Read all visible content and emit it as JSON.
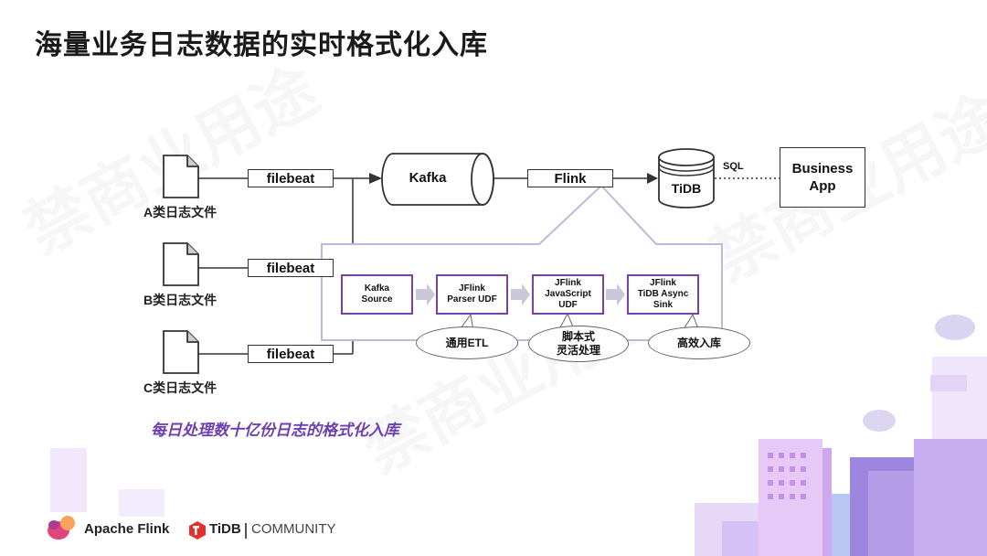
{
  "page": {
    "title": "海量业务日志数据的实时格式化入库"
  },
  "sources": [
    {
      "file_label": "A类日志文件",
      "shipper": "filebeat"
    },
    {
      "file_label": "B类日志文件",
      "shipper": "filebeat"
    },
    {
      "file_label": "C类日志文件",
      "shipper": "filebeat"
    }
  ],
  "pipeline": {
    "queue": "Kafka",
    "processor": "Flink",
    "store": "TiDB",
    "link_label": "SQL",
    "app": "Business\nApp"
  },
  "stages": [
    {
      "label": "Kafka\nSource"
    },
    {
      "label": "JFlink\nParser UDF"
    },
    {
      "label": "JFlink\nJavaScript\nUDF"
    },
    {
      "label": "JFlink\nTiDB Async\nSink"
    }
  ],
  "callouts": [
    "通用ETL",
    "脚本式\n灵活处理",
    "高效入库"
  ],
  "caption": "每日处理数十亿份日志的格式化入库",
  "footer": {
    "flink_brand": "Apache Flink",
    "tidb_brand": "TiDB",
    "community": "COMMUNITY"
  },
  "colors": {
    "accent": "#7b3fa8",
    "arrow": "#c8c8d8",
    "caption": "#6f3fb2"
  }
}
